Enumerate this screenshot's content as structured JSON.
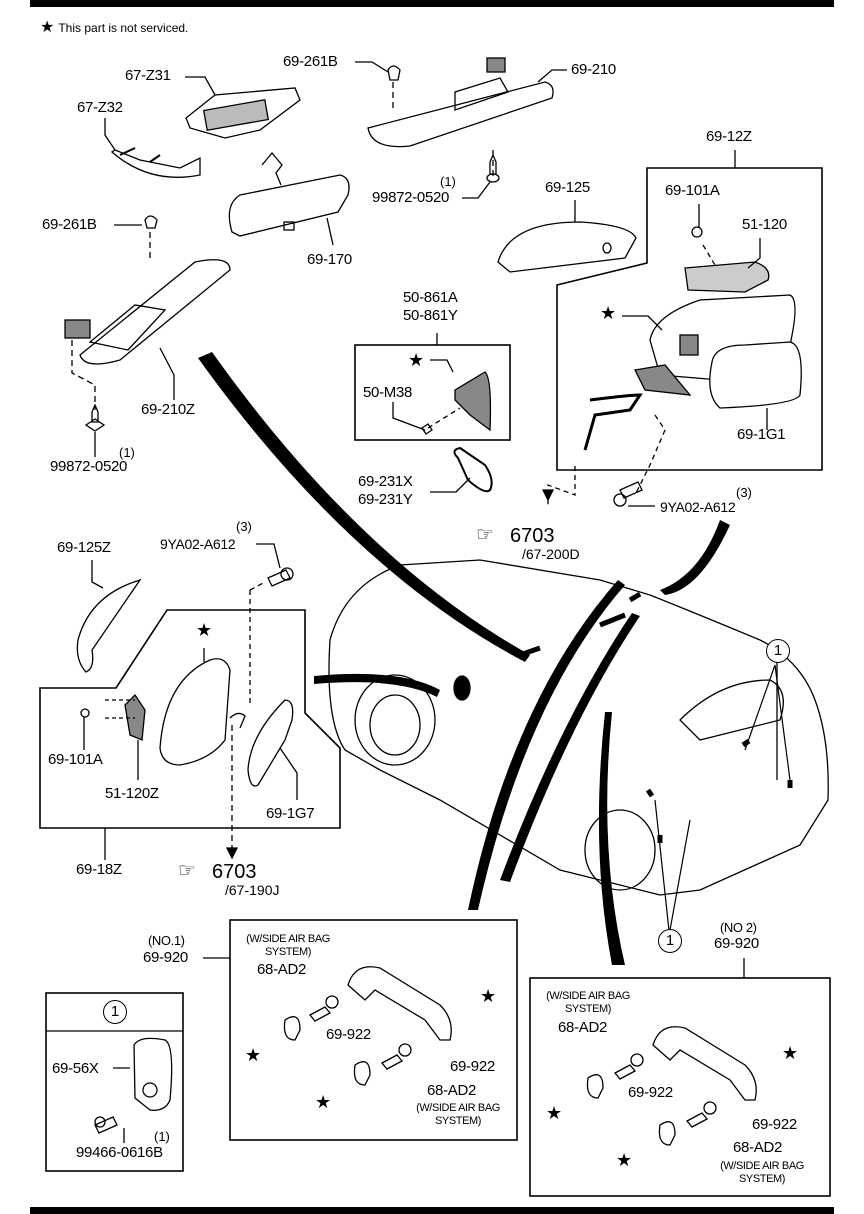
{
  "legend": {
    "star_icon": "★",
    "text": "This part is not serviced."
  },
  "parts": {
    "p67_Z31": "67-Z31",
    "p67_Z32": "67-Z32",
    "p69_261B_top": "69-261B",
    "p69_210": "69-210",
    "p99872_top": "99872-0520",
    "p99872_top_qty": "(1)",
    "p69_170": "69-170",
    "p69_261B_left": "69-261B",
    "p69_210Z": "69-210Z",
    "p99872_left": "99872-0520",
    "p99872_left_qty": "(1)",
    "p69_125": "69-125",
    "p69_12Z": "69-12Z",
    "p69_101A_r": "69-101A",
    "p51_120": "51-120",
    "p69_1G1": "69-1G1",
    "p9YA02_r": "9YA02-A612",
    "p9YA02_r_qty": "(3)",
    "p50_861A": "50-861A",
    "p50_861Y": "50-861Y",
    "p50_M38": "50-M38",
    "p69_231X": "69-231X",
    "p69_231Y": "69-231Y",
    "p69_125Z": "69-125Z",
    "p9YA02_l": "9YA02-A612",
    "p9YA02_l_qty": "(3)",
    "p69_101A_l": "69-101A",
    "p51_120Z": "51-120Z",
    "p69_1G7": "69-1G7",
    "p69_18Z": "69-18Z",
    "p69_56X": "69-56X",
    "p99466": "99466-0616B",
    "p99466_qty": "(1)"
  },
  "refs": {
    "right_ref_num": "6703",
    "right_ref_sub": "/67-200D",
    "left_ref_num": "6703",
    "left_ref_sub": "/67-190J",
    "hand_icon": "☞"
  },
  "callouts": {
    "circle_1": "1"
  },
  "grip1": {
    "no": "(NO.1)",
    "part": "69-920",
    "note_top": "(W/SIDE AIR BAG SYSTEM)",
    "ad2_top": "68-AD2",
    "p922_a": "69-922",
    "p922_b": "69-922",
    "ad2_bottom": "68-AD2",
    "note_bottom": "(W/SIDE AIR BAG SYSTEM)"
  },
  "grip2": {
    "no": "(NO 2)",
    "part": "69-920",
    "note_top": "(W/SIDE AIR BAG SYSTEM)",
    "ad2_top": "68-AD2",
    "p922_a": "69-922",
    "p922_b": "69-922",
    "ad2_bottom": "68-AD2",
    "note_bottom": "(W/SIDE AIR BAG SYSTEM)"
  }
}
